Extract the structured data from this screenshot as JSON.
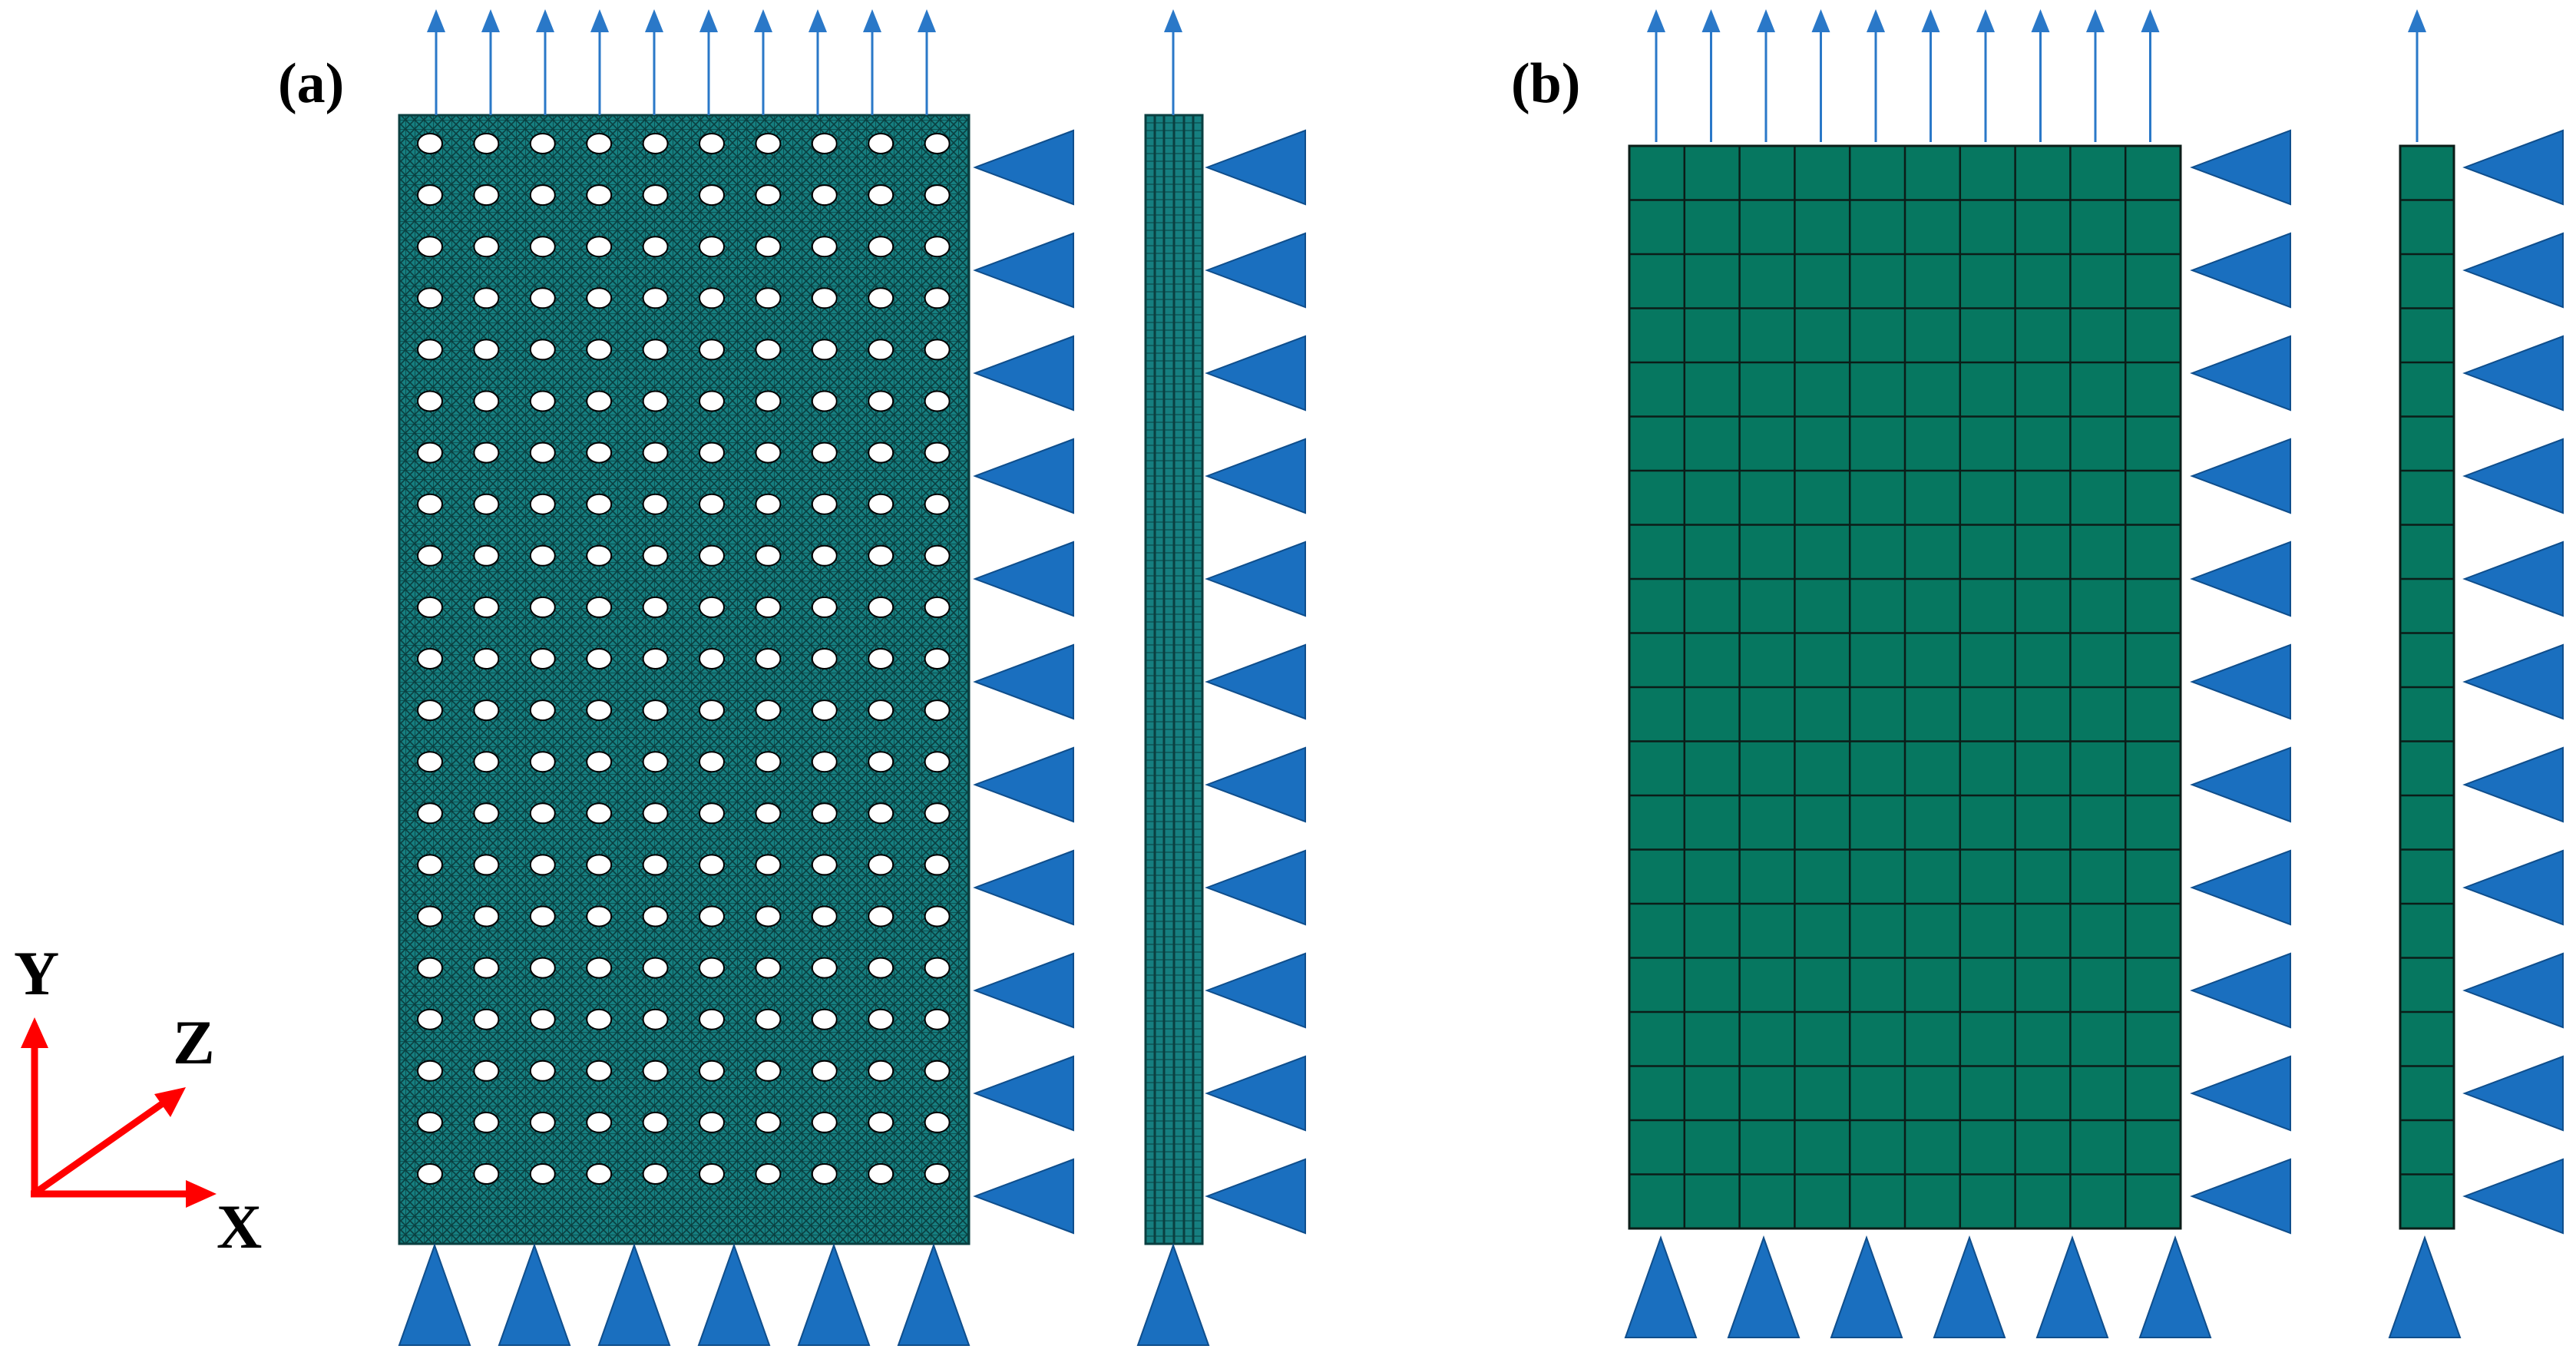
{
  "panels": [
    {
      "label": "(a)",
      "description_mesh": "fine"
    },
    {
      "label": "(b)",
      "description_mesh": "coarse"
    }
  ],
  "axes": {
    "x": "X",
    "y": "Y",
    "z": "Z"
  },
  "colors": {
    "fine_mesh_fill": "#167f80",
    "fine_mesh_line": "#0a3f40",
    "coarse_mesh_fill": "#067760",
    "coarse_mesh_line": "#0b1d18",
    "support_triangle": "#1a6fbf",
    "support_triangle_edge": "#0f4e8c",
    "load_arrow": "#2a78c8",
    "axis_arrow": "#ff0000",
    "hole": "#ffffff"
  },
  "structure": {
    "holes_rows": 21,
    "holes_cols": 10,
    "coarse_grid_rows": 20,
    "coarse_grid_cols": 10,
    "side_grid_rows": 20,
    "load_arrows_per_panel": 10,
    "bottom_supports_per_panel": 6,
    "side_supports": 11
  }
}
